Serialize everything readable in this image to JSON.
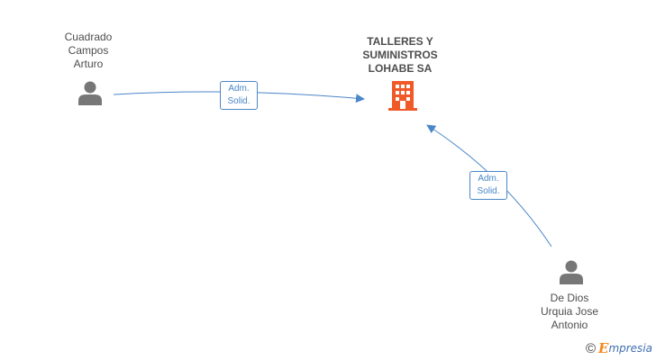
{
  "company": {
    "name": "TALLERES Y\nSUMINISTROS\nLOHABE SA",
    "icon": "building-icon",
    "color": "#f05a28"
  },
  "people": [
    {
      "name": "Cuadrado\nCampos\nArturo",
      "icon": "person-icon"
    },
    {
      "name": "De Dios\nUrquia Jose\nAntonio",
      "icon": "person-icon"
    }
  ],
  "relations": [
    {
      "label": "Adm.\nSolid."
    },
    {
      "label": "Adm.\nSolid."
    }
  ],
  "colors": {
    "edge": "#4a86c8",
    "person": "#777777",
    "text": "#4d4d4d"
  },
  "watermark": {
    "symbol": "©",
    "brand_initial": "E",
    "brand_rest": "mpresia"
  }
}
